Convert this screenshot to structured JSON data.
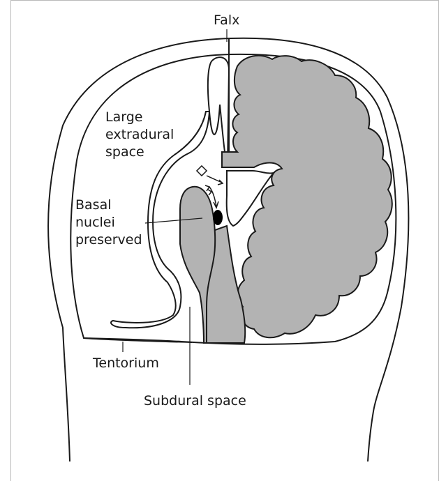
{
  "colors": {
    "tissue": "#b3b3b3",
    "outline": "#1a1a1a",
    "lesion": "#000000",
    "frame": "#b9b9b9",
    "background": "#ffffff"
  },
  "labels": {
    "falx": "Falx",
    "large_extradural_space": [
      "Large",
      "extradural",
      "space"
    ],
    "basal_nuclei_preserved": [
      "Basal",
      "nuclei",
      "preserved"
    ],
    "tentorium": "Tentorium",
    "subdural_space": "Subdural space"
  }
}
